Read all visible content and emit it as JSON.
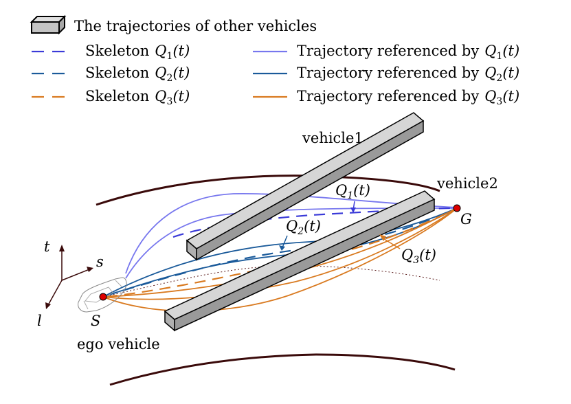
{
  "legend": {
    "obstacle_text": "The trajectories of other vehicles",
    "skeleton_prefix": "Skeleton",
    "trajectory_prefix": "Trajectory referenced by",
    "items": [
      {
        "q": "Q",
        "sub": "1",
        "arg": "(t)"
      },
      {
        "q": "Q",
        "sub": "2",
        "arg": "(t)"
      },
      {
        "q": "Q",
        "sub": "3",
        "arg": "(t)"
      }
    ]
  },
  "labels": {
    "vehicle1": "vehicle1",
    "vehicle2": "vehicle2",
    "ego": "ego vehicle",
    "start": "S",
    "goal": "G",
    "axis_t": "t",
    "axis_s": "s",
    "axis_l": "l",
    "q1": {
      "q": "Q",
      "sub": "1",
      "arg": "(t)"
    },
    "q2": {
      "q": "Q",
      "sub": "2",
      "arg": "(t)"
    },
    "q3": {
      "q": "Q",
      "sub": "3",
      "arg": "(t)"
    }
  },
  "colors": {
    "q1": "#7777ee",
    "q1_skeleton": "#3a3ad8",
    "q2": "#1a5a9a",
    "q3": "#d97a20",
    "road": "#3a0a0a",
    "node": "#dd0000",
    "box_face": "#b8b8b8"
  }
}
